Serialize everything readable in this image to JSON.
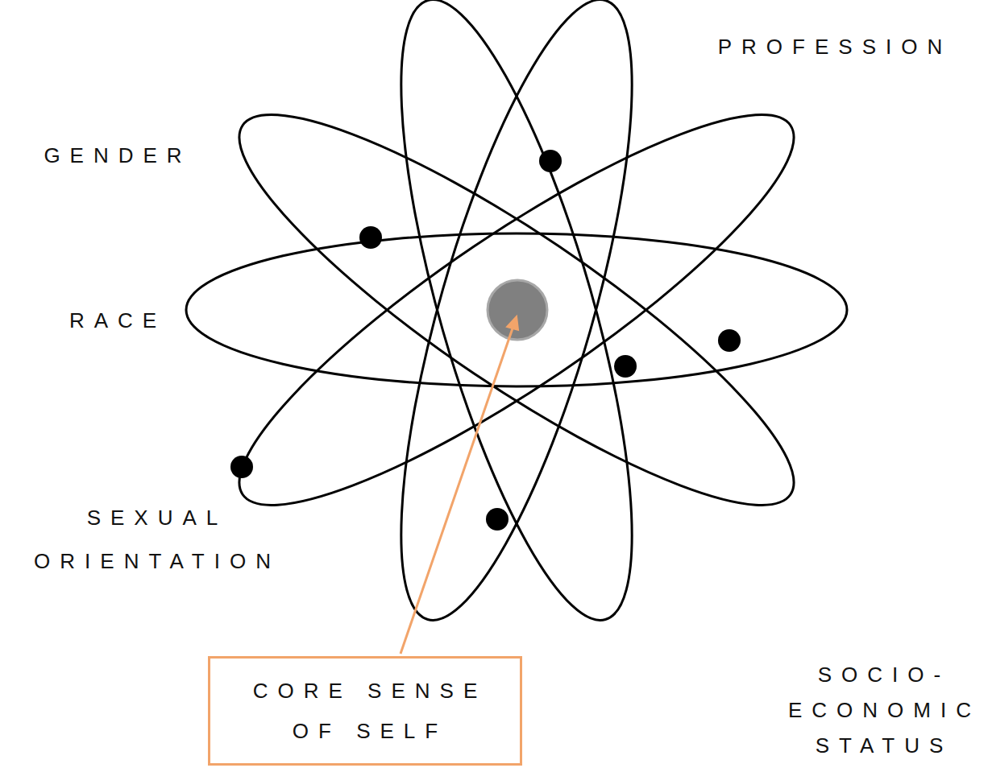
{
  "diagram": {
    "nodes": [
      {
        "text": [
          "CORE SENSE OF SELF"
        ]
      }
    ],
    "labels": [
      "PROFESSION",
      "GENDER",
      "RACE",
      "SEXUAL ORIENTATION",
      "SOCIO- ECONOMIC STATUS"
    ]
  }
}
